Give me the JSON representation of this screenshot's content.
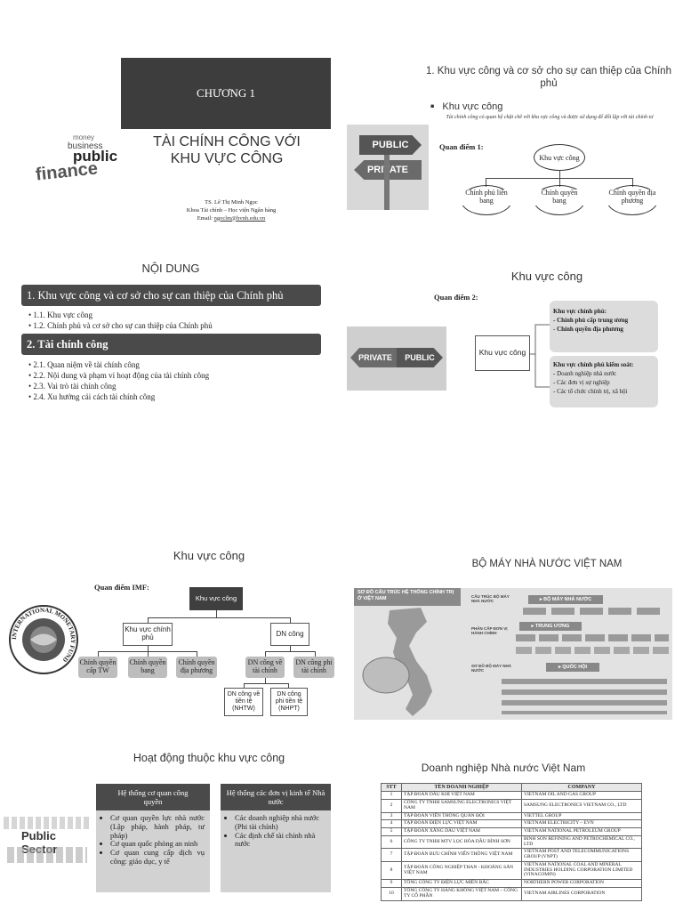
{
  "slide1": {
    "chapter": "CHƯƠNG 1",
    "title_line1": "TÀI CHÍNH CÔNG VỚI",
    "title_line2": "KHU VỰC CÔNG",
    "author": "TS. Lê Thị Minh Ngọc",
    "dept": "Khoa Tài chính – Học viện Ngân hàng",
    "email_label": "Email: ",
    "email": "ngoclm@hvnh.edu.vn",
    "wordcloud": [
      "money",
      "business",
      "public",
      "finance"
    ]
  },
  "slide2": {
    "heading": "1. Khu vực công và cơ sở cho sự can thiệp của Chính phủ",
    "bullet": "Khu vực công",
    "italic_note": "Tài chính công có quan hệ chặt chẽ với khu vực công và được sử dụng để đối lập với tài chính tư",
    "view_label": "Quan điểm 1",
    "root": "Khu vực công",
    "children": [
      "Chính phủ liên bang",
      "Chính quyền bang",
      "Chính quyền địa phương"
    ],
    "sign_public": "PUBLIC",
    "sign_private": "PRIVATE"
  },
  "slide3": {
    "title": "NỘI DUNG",
    "section1": "1. Khu vực công và cơ sở cho sự can thiệp của Chính phủ",
    "section1_items": [
      "1.1. Khu vực công",
      "1.2. Chính phủ và cơ sở cho sự can thiệp của Chính phủ"
    ],
    "section2": "2. Tài chính công",
    "section2_items": [
      "2.1. Quan niệm về tài chính công",
      "2.2. Nội dung và phạm vi hoạt động của tài chính công",
      "2.3. Vai trò tài chính công",
      "2.4. Xu hướng cải cách tài chính công"
    ]
  },
  "slide4": {
    "title": "Khu vực công",
    "view_label": "Quan điểm 2",
    "center": "Khu vực công",
    "box1_title": "Khu vực chính phủ:",
    "box1_items": [
      "- Chính phủ cấp trung ương",
      "- Chính quyền địa phương"
    ],
    "box2_title": "Khu vực chính phủ kiểm soát:",
    "box2_items": [
      "- Doanh nghiệp nhà nước",
      "- Các đơn vị sự nghiệp",
      "- Các tổ chức chính trị, xã hội"
    ],
    "arrow_left": "PRIVATE",
    "arrow_right": "PUBLIC"
  },
  "slide5": {
    "title": "Khu vực công",
    "view_label": "Quan điểm IMF",
    "root": "Khu vực công",
    "mid_left": "Khu vực chính phủ",
    "mid_right": "DN công",
    "gov_children": [
      "Chính quyền cấp TW",
      "Chính quyền bang",
      "Chính quyền địa phương"
    ],
    "dn_children": [
      "DN công về tài chính",
      "DN công phi tài chính"
    ],
    "fin_children": [
      "DN công về tiền tệ (NHTW)",
      "DN công phi tiền tệ (NHPT)"
    ],
    "seal_text": "INTERNATIONAL MONETARY FUND"
  },
  "slide6": {
    "title": "BỘ MÁY NHÀ NƯỚC VIỆT NAM",
    "map_title": "SƠ ĐỒ CẤU TRÚC HỆ THỐNG CHÍNH TRỊ Ở VIỆT NAM",
    "banners": [
      "BỘ MÁY NHÀ NƯỚC",
      "TRUNG ƯƠNG",
      "QUỐC HỘI"
    ],
    "side_labels": [
      "CẤU TRÚC BỘ MÁY NHÀ NƯỚC",
      "PHÂN CẤP ĐƠN VỊ HÀNH CHÍNH",
      "SƠ ĐỒ BỘ MÁY NHÀ NƯỚC"
    ]
  },
  "slide7": {
    "title": "Hoạt động thuộc khu vực công",
    "col1_title": "Hệ thống cơ quan công quyền",
    "col1_items": [
      "Cơ quan quyền lực nhà nước (Lập pháp, hành pháp, tư pháp)",
      "Cơ quan quốc phòng an ninh",
      "Cơ quan cung cấp dịch vụ công: giáo dục, y tế"
    ],
    "col2_title": "Hệ thống các đơn vị kinh tế Nhà nước",
    "col2_items": [
      "Các doanh nghiệp nhà nước (Phi tài chính)",
      "Các định chế tài chính nhà nước"
    ],
    "cloud_word": "Public Sector"
  },
  "slide8": {
    "title": "Doanh nghiệp Nhà nước Việt Nam",
    "headers": [
      "STT",
      "TÊN DOANH NGHIỆP",
      "COMPANY"
    ],
    "rows": [
      [
        "1",
        "TẬP ĐOÀN DẦU KHÍ VIỆT NAM",
        "VIETNAM OIL AND GAS GROUP"
      ],
      [
        "2",
        "CÔNG TY TNHH SAMSUNG ELECTRONICS VIỆT NAM",
        "SAMSUNG ELECTRONICS VIETNAM CO., LTD"
      ],
      [
        "3",
        "TẬP ĐOÀN VIỄN THÔNG QUÂN ĐỘI",
        "VIETTEL GROUP"
      ],
      [
        "4",
        "TẬP ĐOÀN ĐIỆN LỰC VIỆT NAM",
        "VIETNAM ELECTRICITY – EVN"
      ],
      [
        "5",
        "TẬP ĐOÀN XĂNG DẦU VIỆT NAM",
        "VIETNAM NATIONAL PETROLEUM GROUP"
      ],
      [
        "6",
        "CÔNG TY TNHH MTV LỌC HÓA DẦU BÌNH SƠN",
        "BINH SON REFINING AND PETROCHEMICAL CO., LTD"
      ],
      [
        "7",
        "TẬP ĐOÀN BƯU CHÍNH VIỄN THÔNG VIỆT NAM",
        "VIETNAM POST AND TELECOMMUNICATIONS GROUP (VNPT)"
      ],
      [
        "8",
        "TẬP ĐOÀN CÔNG NGHIỆP THAN - KHOÁNG SẢN VIỆT NAM",
        "VIETNAM NATIONAL COAL AND MINERAL INDUSTRIES HOLDING CORPORATION LIMITED (VINACOMIN)"
      ],
      [
        "9",
        "TỔNG CÔNG TY ĐIỆN LỰC MIỀN BẮC",
        "NORTHERN POWER CORPORATION"
      ],
      [
        "10",
        "TỔNG CÔNG TY HÀNG KHÔNG VIỆT NAM – CÔNG TY CỔ PHẦN",
        "VIETNAM AIRLINES CORPORATION"
      ]
    ]
  }
}
